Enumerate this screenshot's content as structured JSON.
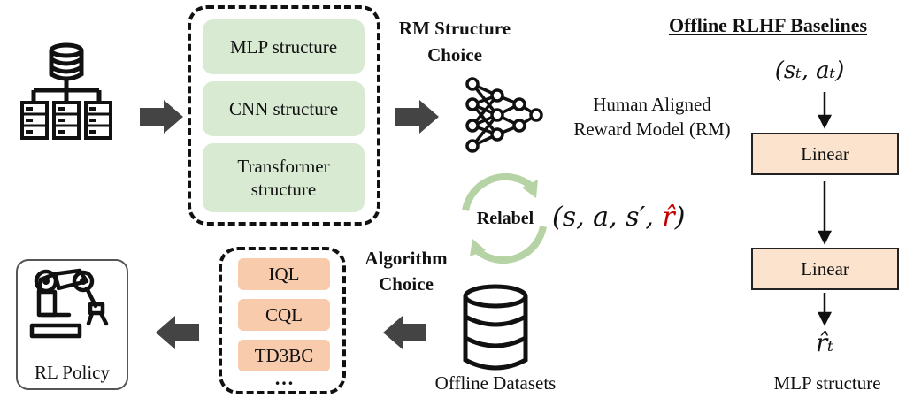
{
  "rm_choice": {
    "title_line1": "RM Structure",
    "title_line2": "Choice",
    "items": [
      "MLP structure",
      "CNN structure",
      "Transformer structure"
    ]
  },
  "reward_model": {
    "line1": "Human Aligned",
    "line2": "Reward Model (RM)"
  },
  "relabel": {
    "label": "Relabel",
    "tuple": "(s, a, s′, r̂)",
    "tuple_prefix": "(s, a, s′, ",
    "tuple_r": "r̂",
    "tuple_suffix": ")"
  },
  "algorithm_choice": {
    "title_line1": "Algorithm",
    "title_line2": "Choice",
    "items": [
      "IQL",
      "CQL",
      "TD3BC",
      "…"
    ]
  },
  "offline_datasets": {
    "label": "Offline Datasets"
  },
  "rl_policy": {
    "label": "RL Policy"
  },
  "baselines": {
    "title": "Offline RLHF Baselines",
    "input": "(sₜ, aₜ)",
    "layer1": "Linear",
    "layer2": "Linear",
    "output": "r̂ₜ",
    "caption": "MLP structure"
  },
  "colors": {
    "green": "#d9ead3",
    "orange": "#f8cbad",
    "linear": "#fbe3cd",
    "relabel_red": "#c00000",
    "arrow_gray": "#444444"
  }
}
